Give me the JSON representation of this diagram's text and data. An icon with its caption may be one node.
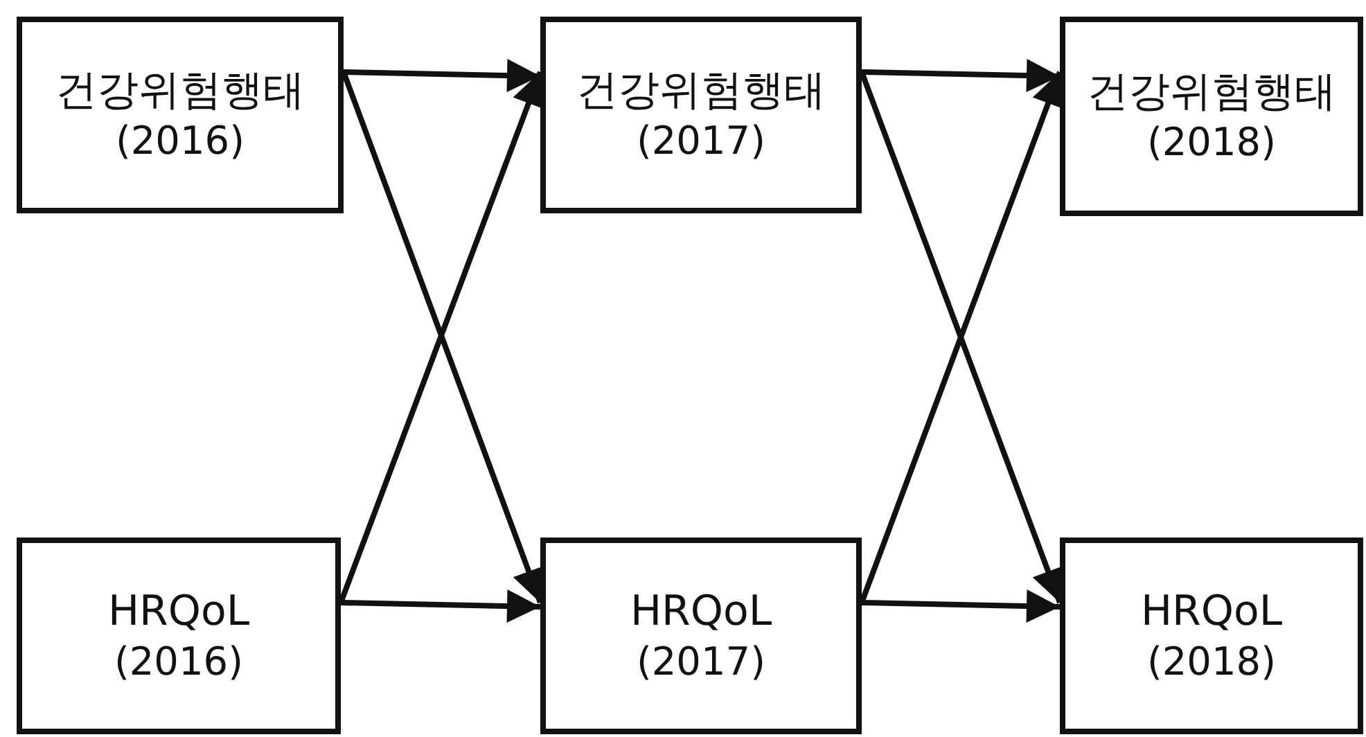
{
  "diagram": {
    "nodes": [
      {
        "text": [
          "건강위험행태",
          "(2016)"
        ]
      },
      {
        "text": [
          "건강위험행태",
          "(2017)"
        ]
      },
      {
        "text": [
          "건강위험행태",
          "(2018)"
        ]
      },
      {
        "text": [
          "HRQoL",
          "(2016)"
        ]
      },
      {
        "text": [
          "HRQoL",
          "(2017)"
        ]
      },
      {
        "text": [
          "HRQoL",
          "(2018)"
        ]
      }
    ],
    "edges": [
      {
        "from": 0,
        "to": 1,
        "arrow": "to"
      },
      {
        "from": 0,
        "to": 4,
        "arrow": "to"
      },
      {
        "from": 3,
        "to": 1,
        "arrow": "to"
      },
      {
        "from": 3,
        "to": 4,
        "arrow": "to"
      },
      {
        "from": 1,
        "to": 2,
        "arrow": "to"
      },
      {
        "from": 1,
        "to": 5,
        "arrow": "to"
      },
      {
        "from": 4,
        "to": 2,
        "arrow": "to"
      },
      {
        "from": 4,
        "to": 5,
        "arrow": "to"
      }
    ]
  }
}
